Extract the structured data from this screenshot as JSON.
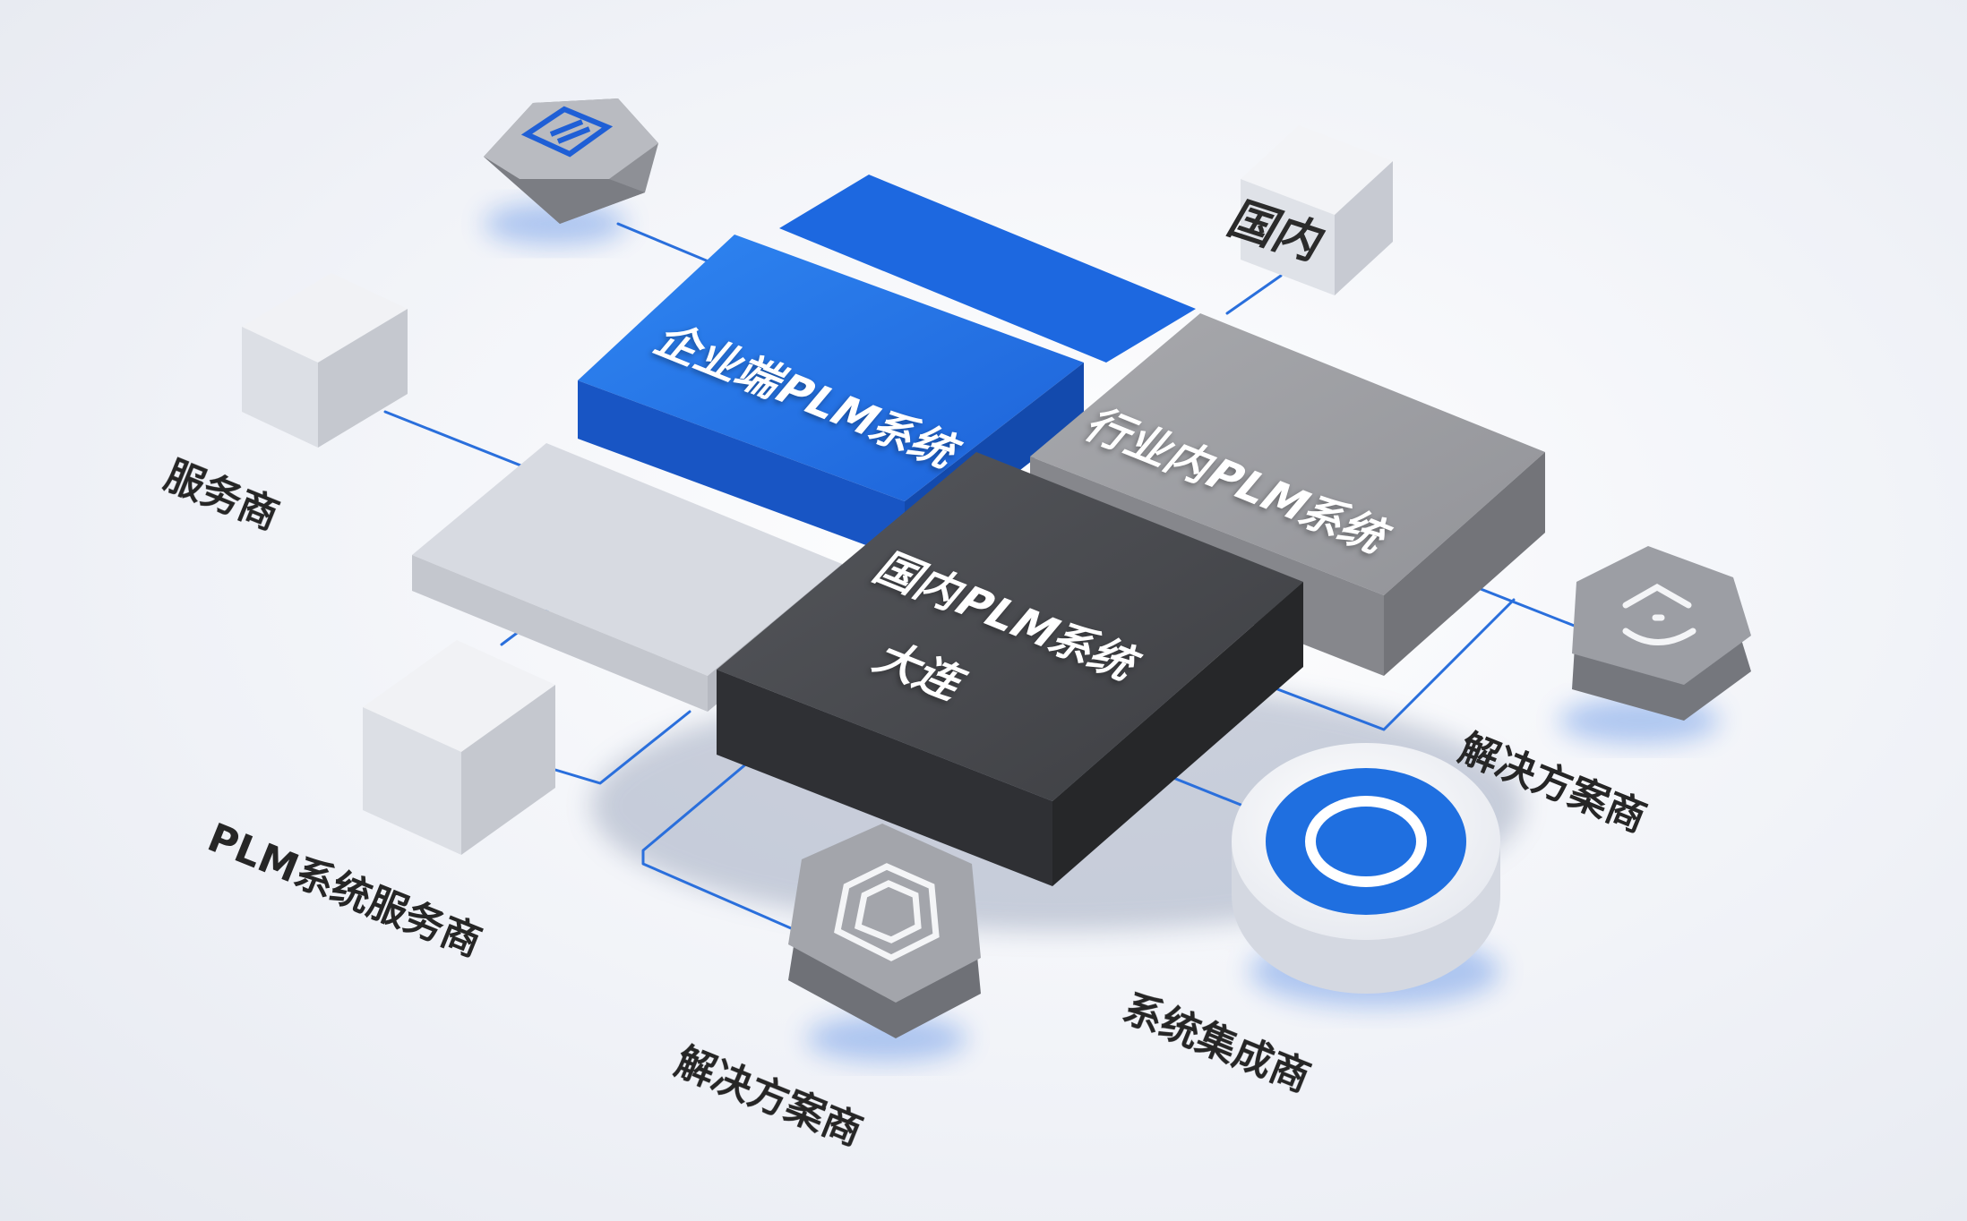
{
  "blocks": {
    "enterprise": {
      "title": "企业端PLM系统",
      "color": "#1f6fe0"
    },
    "industry": {
      "title": "行业内PLM系统",
      "color": "#9e9fa3"
    },
    "domestic": {
      "line1": "国内PLM系统",
      "line2": "大连",
      "color": "#4a4b4f"
    }
  },
  "nodes": {
    "top_left_hex_icon": "building-icon",
    "top_right_cube": "国内",
    "service_provider": "服务商",
    "plm_service_provider": "PLM系统服务商",
    "solution_provider_bottom": "解决方案商",
    "system_integrator": "系统集成商",
    "solution_provider_right": "解决方案商"
  },
  "colors": {
    "accent": "#1f6fe0",
    "connector": "#2a6fdc"
  }
}
